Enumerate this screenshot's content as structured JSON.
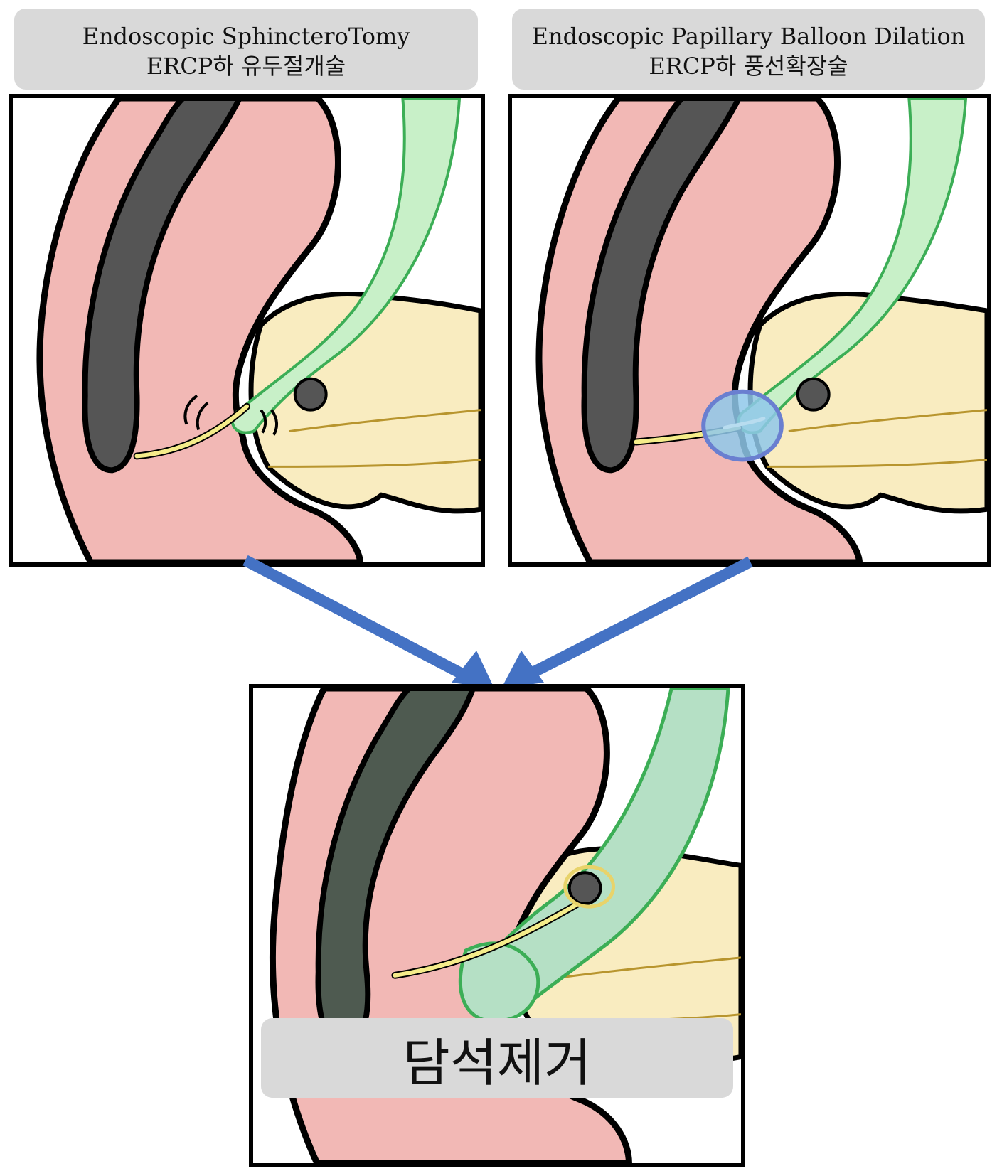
{
  "procedures": {
    "est": {
      "title_en": "Endoscopic SphincteroTomy",
      "title_ko": "ERCP하 유두절개술"
    },
    "epbd": {
      "title_en": "Endoscopic Papillary Balloon Dilation",
      "title_ko": "ERCP하 풍선확장술"
    }
  },
  "result": {
    "label": "담석제거"
  },
  "colors": {
    "duodenum": "#f2b8b5",
    "scope": "#555555",
    "bile_duct": "#c8f0c8",
    "bile_duct_outline": "#3cae56",
    "pancreas": "#f9ecc0",
    "wire": "#f5ec8a",
    "stone": "#555555",
    "balloon": "#8fc8ea",
    "arrow": "#4472c4",
    "label_bg": "#d9d9d9"
  }
}
